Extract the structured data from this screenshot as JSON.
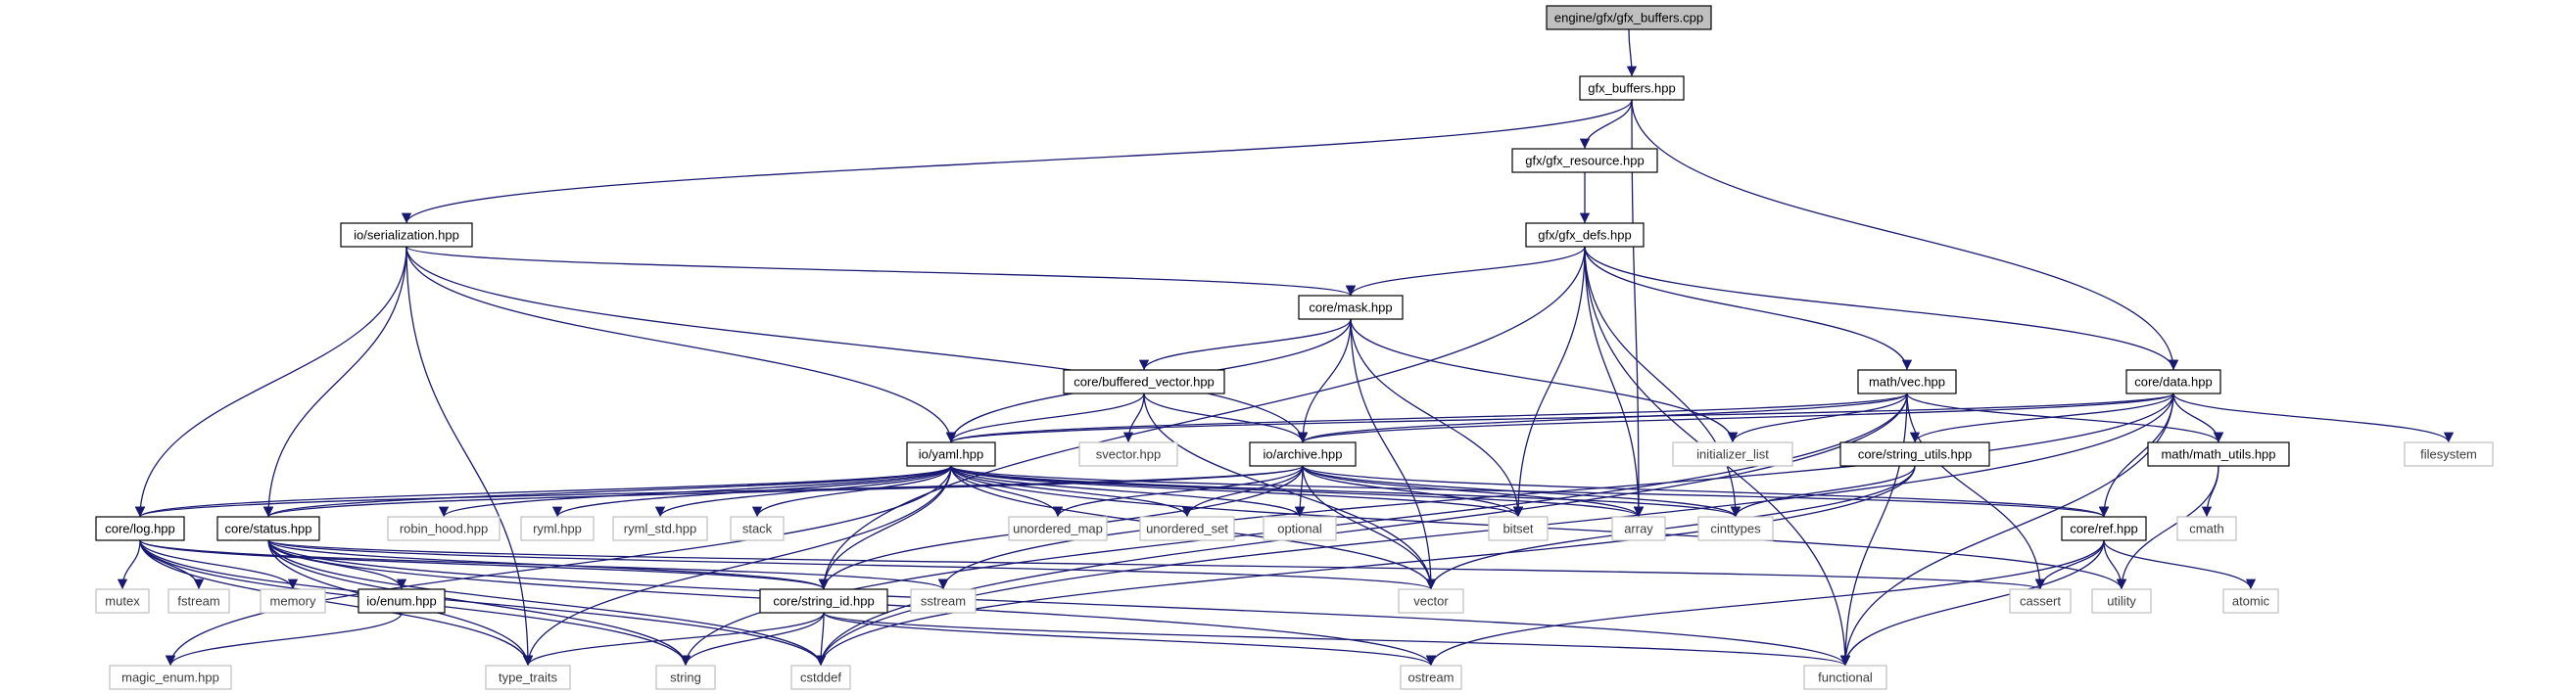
{
  "colors": {
    "edge": "#191970",
    "root_fill": "#bfbfbf",
    "external_border": "#bfbfbf",
    "internal_border": "#000000"
  },
  "nodes": [
    {
      "id": "root",
      "label": "engine/gfx/gfx_buffers.cpp",
      "kind": "root"
    },
    {
      "id": "gfx_buffers",
      "label": "gfx_buffers.hpp",
      "kind": "internal"
    },
    {
      "id": "gfx_resource",
      "label": "gfx/gfx_resource.hpp",
      "kind": "internal"
    },
    {
      "id": "gfx_defs",
      "label": "gfx/gfx_defs.hpp",
      "kind": "internal"
    },
    {
      "id": "serialization",
      "label": "io/serialization.hpp",
      "kind": "internal"
    },
    {
      "id": "mask",
      "label": "core/mask.hpp",
      "kind": "internal"
    },
    {
      "id": "buffered_vector",
      "label": "core/buffered_vector.hpp",
      "kind": "internal"
    },
    {
      "id": "vec",
      "label": "math/vec.hpp",
      "kind": "internal"
    },
    {
      "id": "data",
      "label": "core/data.hpp",
      "kind": "internal"
    },
    {
      "id": "yaml",
      "label": "io/yaml.hpp",
      "kind": "internal"
    },
    {
      "id": "archive",
      "label": "io/archive.hpp",
      "kind": "internal"
    },
    {
      "id": "svector",
      "label": "svector.hpp",
      "kind": "external"
    },
    {
      "id": "initializer_list",
      "label": "initializer_list",
      "kind": "external"
    },
    {
      "id": "string_utils",
      "label": "core/string_utils.hpp",
      "kind": "internal"
    },
    {
      "id": "math_utils",
      "label": "math/math_utils.hpp",
      "kind": "internal"
    },
    {
      "id": "filesystem",
      "label": "filesystem",
      "kind": "external"
    },
    {
      "id": "log",
      "label": "core/log.hpp",
      "kind": "internal"
    },
    {
      "id": "status",
      "label": "core/status.hpp",
      "kind": "internal"
    },
    {
      "id": "robin_hood",
      "label": "robin_hood.hpp",
      "kind": "external"
    },
    {
      "id": "ryml",
      "label": "ryml.hpp",
      "kind": "external"
    },
    {
      "id": "ryml_std",
      "label": "ryml_std.hpp",
      "kind": "external"
    },
    {
      "id": "stack",
      "label": "stack",
      "kind": "external"
    },
    {
      "id": "unordered_map",
      "label": "unordered_map",
      "kind": "external"
    },
    {
      "id": "unordered_set",
      "label": "unordered_set",
      "kind": "external"
    },
    {
      "id": "optional",
      "label": "optional",
      "kind": "external"
    },
    {
      "id": "bitset",
      "label": "bitset",
      "kind": "external"
    },
    {
      "id": "array",
      "label": "array",
      "kind": "external"
    },
    {
      "id": "cinttypes",
      "label": "cinttypes",
      "kind": "external"
    },
    {
      "id": "ref",
      "label": "core/ref.hpp",
      "kind": "internal"
    },
    {
      "id": "cmath",
      "label": "cmath",
      "kind": "external"
    },
    {
      "id": "mutex",
      "label": "mutex",
      "kind": "external"
    },
    {
      "id": "fstream",
      "label": "fstream",
      "kind": "external"
    },
    {
      "id": "memory",
      "label": "memory",
      "kind": "external"
    },
    {
      "id": "enum",
      "label": "io/enum.hpp",
      "kind": "internal"
    },
    {
      "id": "string_id",
      "label": "core/string_id.hpp",
      "kind": "internal"
    },
    {
      "id": "sstream",
      "label": "sstream",
      "kind": "external"
    },
    {
      "id": "vector",
      "label": "vector",
      "kind": "external"
    },
    {
      "id": "cassert",
      "label": "cassert",
      "kind": "external"
    },
    {
      "id": "utility",
      "label": "utility",
      "kind": "external"
    },
    {
      "id": "atomic",
      "label": "atomic",
      "kind": "external"
    },
    {
      "id": "magic_enum",
      "label": "magic_enum.hpp",
      "kind": "external"
    },
    {
      "id": "type_traits",
      "label": "type_traits",
      "kind": "external"
    },
    {
      "id": "string",
      "label": "string",
      "kind": "external"
    },
    {
      "id": "cstddef",
      "label": "cstddef",
      "kind": "external"
    },
    {
      "id": "ostream",
      "label": "ostream",
      "kind": "external"
    },
    {
      "id": "functional",
      "label": "functional",
      "kind": "external"
    }
  ],
  "edges": [
    [
      "root",
      "gfx_buffers"
    ],
    [
      "gfx_buffers",
      "gfx_resource"
    ],
    [
      "gfx_buffers",
      "serialization"
    ],
    [
      "gfx_buffers",
      "array"
    ],
    [
      "gfx_buffers",
      "data"
    ],
    [
      "gfx_resource",
      "gfx_defs"
    ],
    [
      "gfx_defs",
      "mask"
    ],
    [
      "gfx_defs",
      "vec"
    ],
    [
      "gfx_defs",
      "data"
    ],
    [
      "gfx_defs",
      "bitset"
    ],
    [
      "gfx_defs",
      "array"
    ],
    [
      "gfx_defs",
      "cinttypes"
    ],
    [
      "gfx_defs",
      "string_id"
    ],
    [
      "gfx_defs",
      "functional"
    ],
    [
      "serialization",
      "mask"
    ],
    [
      "serialization",
      "yaml"
    ],
    [
      "serialization",
      "archive"
    ],
    [
      "serialization",
      "log"
    ],
    [
      "serialization",
      "status"
    ],
    [
      "serialization",
      "type_traits"
    ],
    [
      "mask",
      "buffered_vector"
    ],
    [
      "mask",
      "yaml"
    ],
    [
      "mask",
      "archive"
    ],
    [
      "mask",
      "initializer_list"
    ],
    [
      "mask",
      "bitset"
    ],
    [
      "mask",
      "vector"
    ],
    [
      "buffered_vector",
      "yaml"
    ],
    [
      "buffered_vector",
      "archive"
    ],
    [
      "buffered_vector",
      "svector"
    ],
    [
      "buffered_vector",
      "vector"
    ],
    [
      "vec",
      "yaml"
    ],
    [
      "vec",
      "archive"
    ],
    [
      "vec",
      "math_utils"
    ],
    [
      "vec",
      "initializer_list"
    ],
    [
      "vec",
      "cassert"
    ],
    [
      "vec",
      "cstddef"
    ],
    [
      "vec",
      "functional"
    ],
    [
      "vec",
      "string"
    ],
    [
      "data",
      "yaml"
    ],
    [
      "data",
      "archive"
    ],
    [
      "data",
      "string_utils"
    ],
    [
      "data",
      "math_utils"
    ],
    [
      "data",
      "ref"
    ],
    [
      "data",
      "filesystem"
    ],
    [
      "data",
      "cstddef"
    ],
    [
      "data",
      "functional"
    ],
    [
      "data",
      "sstream"
    ],
    [
      "yaml",
      "log"
    ],
    [
      "yaml",
      "status"
    ],
    [
      "yaml",
      "robin_hood"
    ],
    [
      "yaml",
      "ryml"
    ],
    [
      "yaml",
      "ryml_std"
    ],
    [
      "yaml",
      "stack"
    ],
    [
      "yaml",
      "unordered_map"
    ],
    [
      "yaml",
      "unordered_set"
    ],
    [
      "yaml",
      "optional"
    ],
    [
      "yaml",
      "bitset"
    ],
    [
      "yaml",
      "array"
    ],
    [
      "yaml",
      "cinttypes"
    ],
    [
      "yaml",
      "ref"
    ],
    [
      "yaml",
      "string_id"
    ],
    [
      "yaml",
      "vector"
    ],
    [
      "yaml",
      "utility"
    ],
    [
      "yaml",
      "magic_enum"
    ],
    [
      "yaml",
      "type_traits"
    ],
    [
      "archive",
      "log"
    ],
    [
      "archive",
      "status"
    ],
    [
      "archive",
      "unordered_map"
    ],
    [
      "archive",
      "unordered_set"
    ],
    [
      "archive",
      "optional"
    ],
    [
      "archive",
      "bitset"
    ],
    [
      "archive",
      "array"
    ],
    [
      "archive",
      "cinttypes"
    ],
    [
      "archive",
      "ref"
    ],
    [
      "archive",
      "vector"
    ],
    [
      "archive",
      "string_id"
    ],
    [
      "string_utils",
      "cinttypes"
    ],
    [
      "string_utils",
      "vector"
    ],
    [
      "string_utils",
      "cstddef"
    ],
    [
      "math_utils",
      "cmath"
    ],
    [
      "math_utils",
      "utility"
    ],
    [
      "ref",
      "cassert"
    ],
    [
      "ref",
      "utility"
    ],
    [
      "ref",
      "atomic"
    ],
    [
      "ref",
      "functional"
    ],
    [
      "ref",
      "ostream"
    ],
    [
      "log",
      "mutex"
    ],
    [
      "log",
      "fstream"
    ],
    [
      "log",
      "memory"
    ],
    [
      "log",
      "string_id"
    ],
    [
      "log",
      "sstream"
    ],
    [
      "log",
      "string"
    ],
    [
      "log",
      "type_traits"
    ],
    [
      "log",
      "cstddef"
    ],
    [
      "status",
      "enum"
    ],
    [
      "status",
      "string_id"
    ],
    [
      "status",
      "vector"
    ],
    [
      "status",
      "cassert"
    ],
    [
      "status",
      "string"
    ],
    [
      "status",
      "type_traits"
    ],
    [
      "status",
      "ostream"
    ],
    [
      "status",
      "functional"
    ],
    [
      "status",
      "cstddef"
    ],
    [
      "enum",
      "magic_enum"
    ],
    [
      "string_id",
      "string"
    ],
    [
      "string_id",
      "cstddef"
    ],
    [
      "string_id",
      "type_traits"
    ],
    [
      "string_id",
      "ostream"
    ],
    [
      "string_id",
      "functional"
    ]
  ]
}
